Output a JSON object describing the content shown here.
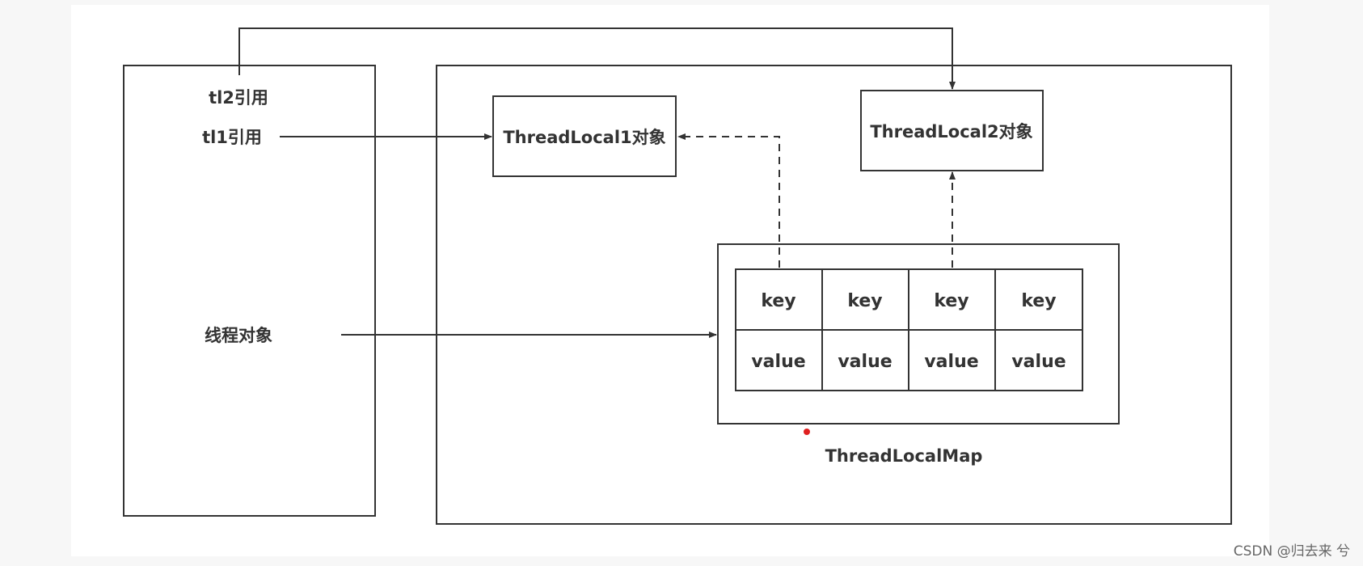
{
  "thread_stack": {
    "tl2_ref": "tl2引用",
    "tl1_ref": "tl1引用",
    "thread_obj": "线程对象"
  },
  "heap": {
    "threadlocal1": "ThreadLocal1对象",
    "threadlocal2": "ThreadLocal2对象",
    "map_label": "ThreadLocalMap",
    "entries": [
      {
        "key": "key",
        "value": "value"
      },
      {
        "key": "key",
        "value": "value"
      },
      {
        "key": "key",
        "value": "value"
      },
      {
        "key": "key",
        "value": "value"
      }
    ]
  },
  "colors": {
    "stroke": "#333333",
    "marker_dot": "#e02020",
    "panel": "#ffffff",
    "backdrop": "#f7f7f7"
  },
  "watermark": "CSDN @归去来 兮"
}
